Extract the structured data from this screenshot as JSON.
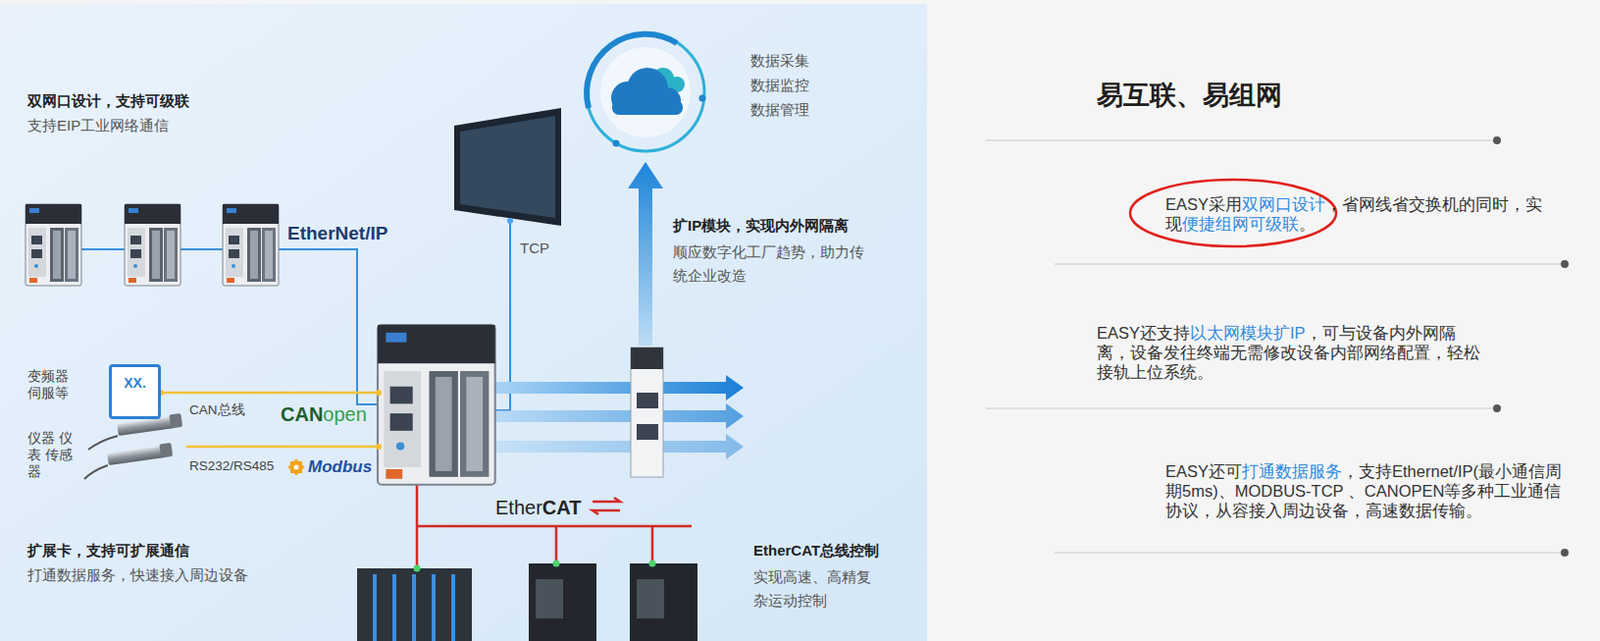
{
  "diagram": {
    "title": "易互联、易组网",
    "nodes": [
      {
        "text": [
          "XX."
        ]
      }
    ],
    "labels": [
      "双网口设计，支持可级联",
      "支持EIP工业网络通信",
      "数据采集",
      "数据监控",
      "数据管理",
      "EtherNet/IP",
      "TCP",
      "扩IP模块，实现内外网隔离",
      "顺应数字化工厂趋势，助力传统企业改造",
      "变频器 伺服等",
      "CAN总线",
      "CAN",
      "open",
      "仪器 仪表 传感器",
      "RS232/RS485",
      "Modbus",
      "Ether",
      "CAT",
      "扩展卡，支持可扩展通信",
      "打通数据服务，快速接入周边设备",
      "EtherCAT总线控制",
      "实现高速、高精复杂运动控制",
      "EASY采用",
      "双网口设计",
      "，省网线省交换机的同时，实现",
      "便捷组网可级联",
      "。",
      "EASY还支持",
      "以太网模块扩IP",
      "，可与设备内外网隔离，设备发往终端无需修改设备内部网络配置，轻松接轨上位系统。",
      "EASY还可",
      "打通数据服务",
      "，支持Ethernet/IP(最小通信周期5ms)、MODBUS-TCP 、CANOPEN等多种工业通信协议，从容接入周边设备，高速数据传输。"
    ]
  }
}
